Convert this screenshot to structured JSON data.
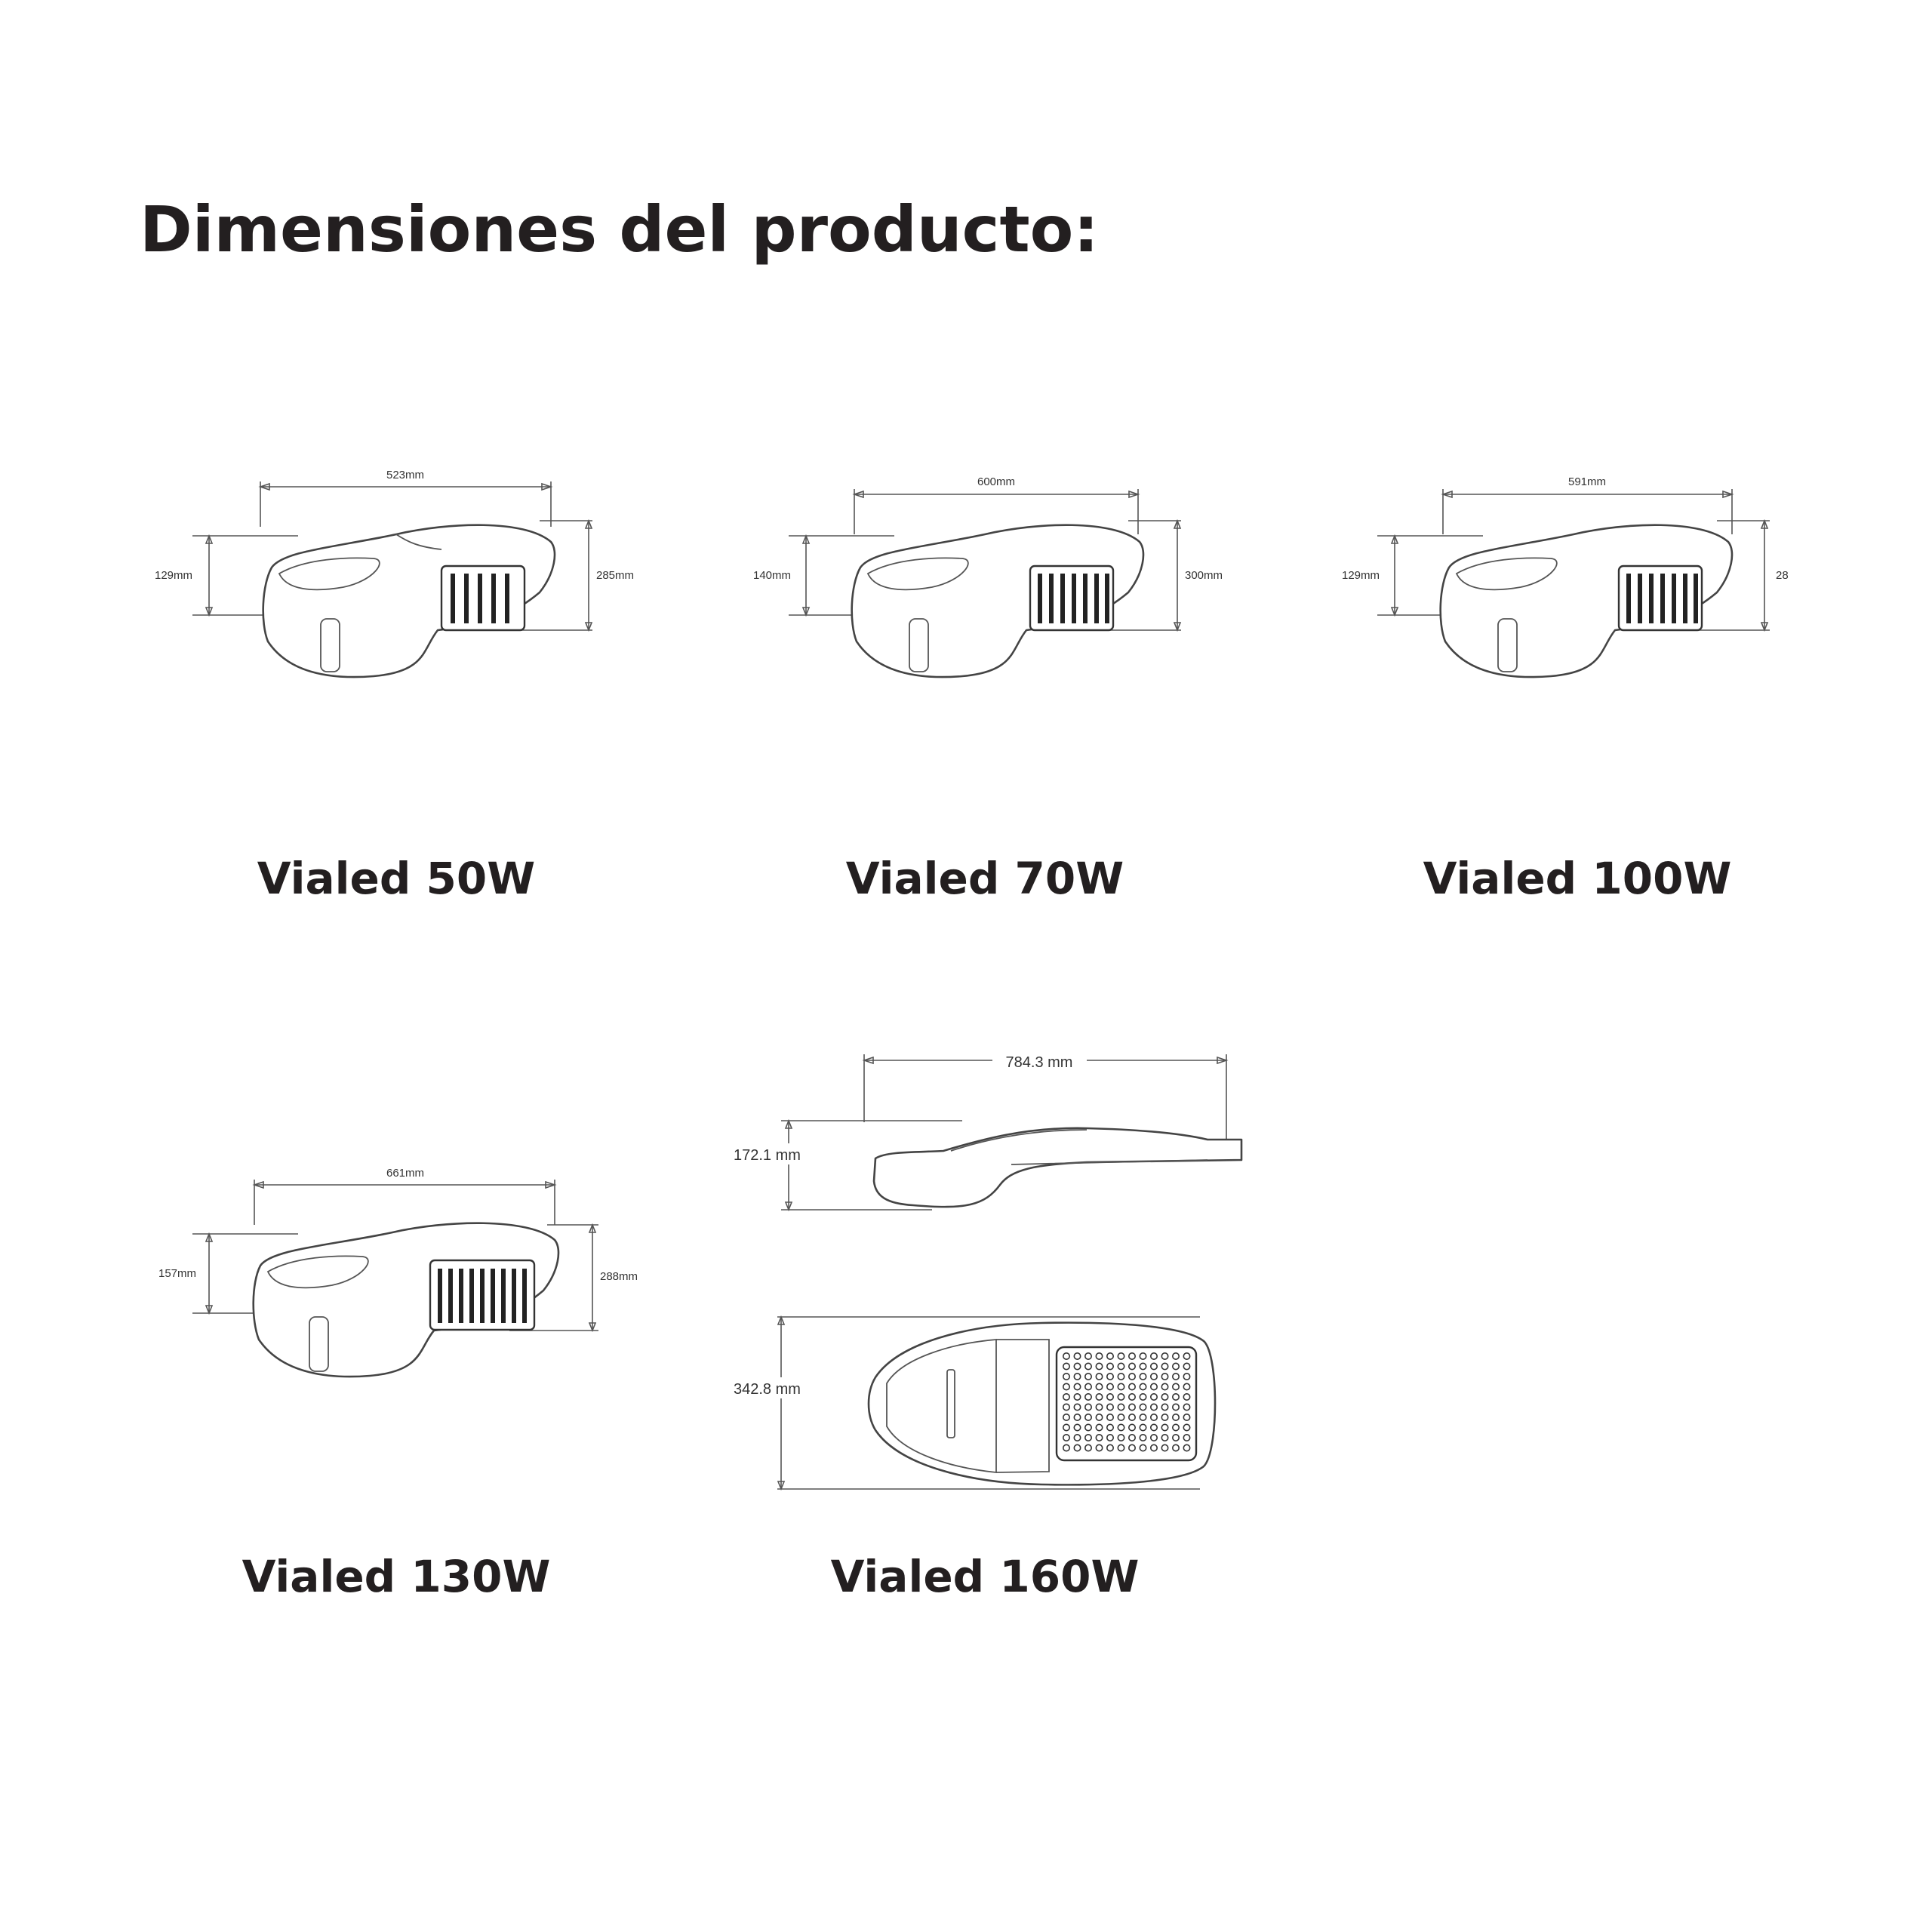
{
  "title": "Dimensiones del producto:",
  "products": [
    {
      "name": "Vialed 50W",
      "dims": {
        "length": "523mm",
        "height": "129mm",
        "width": "285mm"
      }
    },
    {
      "name": "Vialed 70W",
      "dims": {
        "length": "600mm",
        "height": "140mm",
        "width": "300mm"
      }
    },
    {
      "name": "Vialed 100W",
      "dims": {
        "length": "591mm",
        "height": "129mm",
        "width": "28"
      }
    },
    {
      "name": "Vialed 130W",
      "dims": {
        "length": "661mm",
        "height": "157mm",
        "width": "288mm"
      }
    },
    {
      "name": "Vialed 160W",
      "dims": {
        "length": "784.3 mm",
        "height": "172.1 mm",
        "width": "342.8 mm"
      }
    }
  ]
}
